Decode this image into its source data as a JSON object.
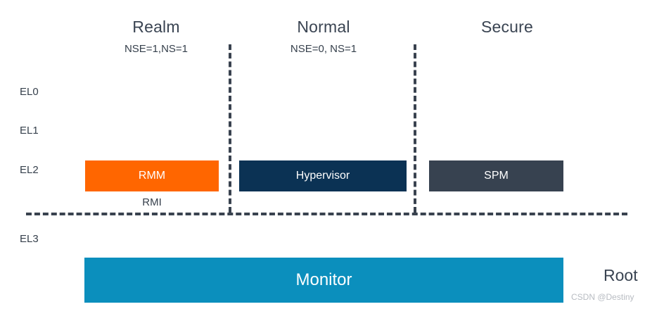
{
  "diagram": {
    "title_row": {
      "realm": {
        "title": "Realm",
        "flags": "NSE=1,NS=1"
      },
      "normal": {
        "title": "Normal",
        "flags": "NSE=0, NS=1"
      },
      "secure": {
        "title": "Secure",
        "flags": ""
      }
    },
    "exception_levels": [
      {
        "id": "el0",
        "label": "EL0"
      },
      {
        "id": "el1",
        "label": "EL1"
      },
      {
        "id": "el2",
        "label": "EL2"
      },
      {
        "id": "el3",
        "label": "EL3"
      }
    ],
    "boxes": [
      {
        "id": "rmm",
        "label": "RMM",
        "world": "Realm",
        "level": "EL2",
        "color": "#ff6600"
      },
      {
        "id": "hypervisor",
        "label": "Hypervisor",
        "world": "Normal",
        "level": "EL2",
        "color": "#0b3254"
      },
      {
        "id": "spm",
        "label": "SPM",
        "world": "Secure",
        "level": "EL2",
        "color": "#374250"
      },
      {
        "id": "monitor",
        "label": "Monitor",
        "world": "Root",
        "level": "EL3",
        "color": "#0b8fbd"
      }
    ],
    "interfaces": [
      {
        "id": "rmi",
        "label": "RMI"
      }
    ],
    "root_label": "Root",
    "watermark": "CSDN @Destiny"
  }
}
